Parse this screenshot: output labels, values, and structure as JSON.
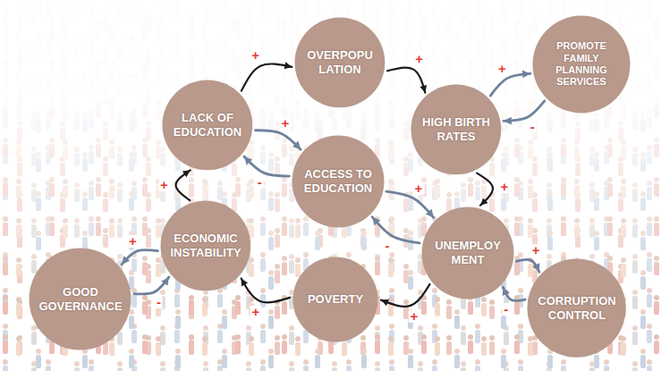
{
  "diagram": {
    "nodes": [
      {
        "text": [
          "OVERPOPU LATION"
        ]
      },
      {
        "text": [
          "PROMOTE FAMILY PLANNING SERVICES"
        ]
      },
      {
        "text": [
          "LACK OF EDUCATION"
        ]
      },
      {
        "text": [
          "HIGH BIRTH RATES"
        ]
      },
      {
        "text": [
          "ACCESS TO EDUCATION"
        ]
      },
      {
        "text": [
          "ECONOMIC INSTABILITY"
        ]
      },
      {
        "text": [
          "UNEMPLOY MENT"
        ]
      },
      {
        "text": [
          "GOOD GOVERNANCE"
        ]
      },
      {
        "text": [
          "POVERTY"
        ]
      },
      {
        "text": [
          "CORRUPTION CONTROL"
        ]
      }
    ],
    "edges": [
      {
        "from": 2,
        "to": 0,
        "arrow": "to",
        "label": "+"
      },
      {
        "from": 0,
        "to": 3,
        "arrow": "to",
        "label": "+"
      },
      {
        "from": 3,
        "to": 1,
        "arrow": "to",
        "label": "+"
      },
      {
        "from": 1,
        "to": 3,
        "arrow": "to",
        "label": "-"
      },
      {
        "from": 3,
        "to": 6,
        "arrow": "to",
        "label": "+"
      },
      {
        "from": 6,
        "to": 9,
        "arrow": "to",
        "label": "+"
      },
      {
        "from": 9,
        "to": 6,
        "arrow": "to",
        "label": "-"
      },
      {
        "from": 6,
        "to": 8,
        "arrow": "to",
        "label": "+"
      },
      {
        "from": 8,
        "to": 5,
        "arrow": "to",
        "label": "+"
      },
      {
        "from": 5,
        "to": 7,
        "arrow": "to",
        "label": "+"
      },
      {
        "from": 7,
        "to": 5,
        "arrow": "to",
        "label": "-"
      },
      {
        "from": 5,
        "to": 2,
        "arrow": "to",
        "label": "+"
      },
      {
        "from": 2,
        "to": 4,
        "arrow": "to",
        "label": "+"
      },
      {
        "from": 4,
        "to": 2,
        "arrow": "to",
        "label": "-"
      },
      {
        "from": 4,
        "to": 6,
        "arrow": "to",
        "label": "+"
      },
      {
        "from": 6,
        "to": 4,
        "arrow": "to",
        "label": "-"
      }
    ]
  }
}
